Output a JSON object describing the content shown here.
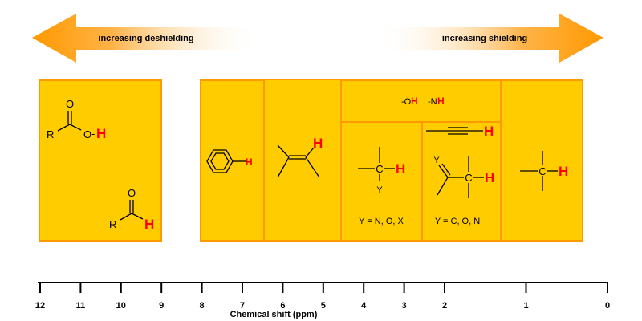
{
  "arrows": {
    "left_label": "increasing deshielding",
    "right_label": "increasing shielding"
  },
  "groups": {
    "acid": {
      "r": "R",
      "o_top": "O",
      "o": "O",
      "dash": "-",
      "h": "H"
    },
    "aldehyde": {
      "r": "R",
      "o": "O",
      "h": "H"
    },
    "aromatic": {
      "h": "H"
    },
    "alkene": {
      "h": "H"
    },
    "oh_nh": {
      "oh": "-O",
      "oh_h": "H",
      "nh": "-N",
      "nh_h": "H"
    },
    "alkyne": {
      "h": "H"
    },
    "heteroatom": {
      "c": "C",
      "h": "H",
      "y": "Y",
      "caption": "Y = N, O, X"
    },
    "allylic": {
      "c": "C",
      "h": "H",
      "y": "Y",
      "caption": "Y = C, O, N"
    },
    "alkane": {
      "c": "C",
      "h": "H"
    }
  },
  "axis": {
    "title": "Chemical shift (ppm)",
    "ticks": [
      "12",
      "11",
      "10",
      "9",
      "8",
      "7",
      "6",
      "5",
      "4",
      "3",
      "2",
      "1",
      "0"
    ]
  },
  "colors": {
    "box_fill": "#ffcc00",
    "box_border": "#ff9900",
    "arrow": "#ff9900",
    "highlight": "#ff0000"
  }
}
